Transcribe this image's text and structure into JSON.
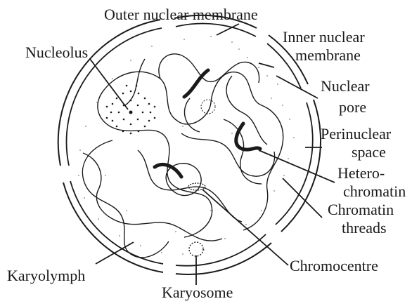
{
  "labels": {
    "outer_nuclear_membrane": "Outer nuclear membrane",
    "inner_nuclear_membrane_1": "Inner nuclear",
    "inner_nuclear_membrane_2": "membrane",
    "nucleolus": "Nucleolus",
    "nuclear_pore_1": "Nuclear",
    "nuclear_pore_2": "pore",
    "perinuclear_space_1": "Perinuclear",
    "perinuclear_space_2": "space",
    "heterochromatin_1": "Hetero-",
    "heterochromatin_2": "chromatin",
    "chromatin_threads_1": "Chromatin",
    "chromatin_threads_2": "threads",
    "chromocentre": "Chromocentre",
    "karyolymph": "Karyolymph",
    "karyosome": "Karyosome"
  },
  "colors": {
    "ink": "#1a1a1a",
    "background": "#ffffff"
  }
}
